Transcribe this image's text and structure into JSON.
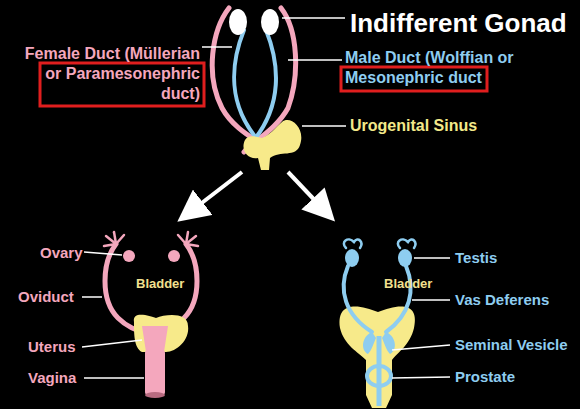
{
  "diagram": {
    "labels": [
      "Indifferent Gonad",
      "Female Duct (Müllerian or Paramesonephric duct)",
      "Male Duct (Wolffian or Mesonephric duct",
      "Urogenital Sinus",
      "Bladder",
      "Bladder",
      "Ovary",
      "Testis",
      "Oviduct",
      "Vas Deferens",
      "Uterus",
      "Seminal Vesicle",
      "Vagina",
      "Prostate"
    ]
  }
}
